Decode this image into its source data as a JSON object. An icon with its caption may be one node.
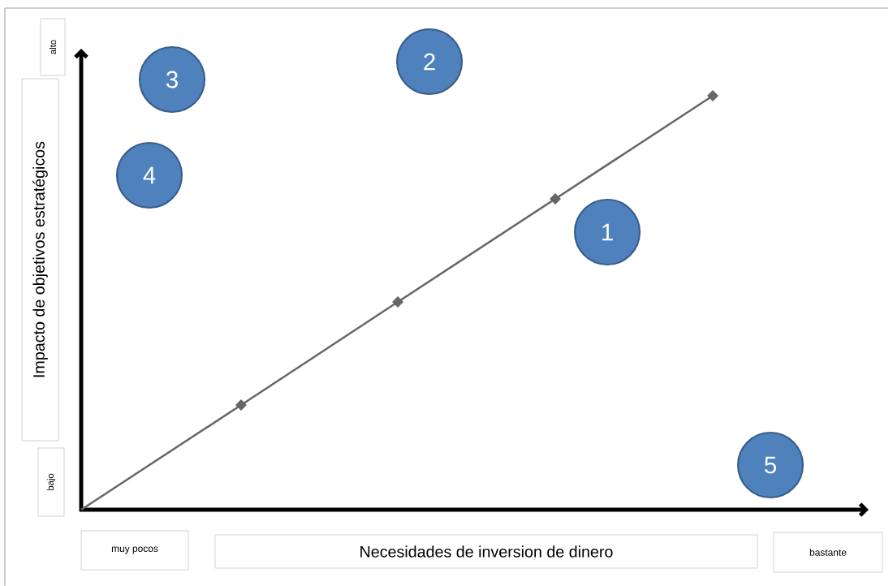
{
  "diagram": {
    "nodes": [
      {
        "text": [
          "alto"
        ]
      },
      {
        "text": [
          "2"
        ]
      },
      {
        "text": [
          "3"
        ]
      },
      {
        "text": [
          "Impacto de objetivos estratégicos"
        ]
      },
      {
        "text": [
          "4"
        ]
      },
      {
        "text": [
          "1"
        ]
      },
      {
        "text": [
          "5"
        ]
      },
      {
        "text": [
          "bajo"
        ]
      },
      {
        "text": [
          "muy pocos"
        ]
      },
      {
        "text": [
          "Necesidades de inversion de dinero"
        ]
      },
      {
        "text": [
          "bastante"
        ]
      }
    ]
  }
}
